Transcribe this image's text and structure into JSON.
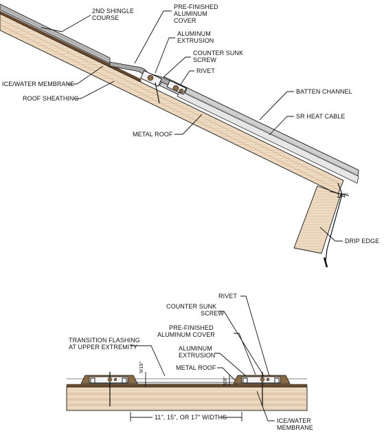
{
  "upper_detail": {
    "labels": {
      "second_shingle": [
        "2ND SHINGLE",
        "COURSE"
      ],
      "prefinished_cover": [
        "PRE-FINISHED",
        "ALUMINUM",
        "COVER"
      ],
      "aluminum_extrusion": [
        "ALUMINUM",
        "EXTRUSION"
      ],
      "counter_sunk": [
        "COUNTER SUNK",
        "SCREW"
      ],
      "rivet": "RIVET",
      "ice_water": "ICE/WATER MEMBRANE",
      "roof_sheathing": "ROOF SHEATHING",
      "batten_channel": "BATTEN CHANNEL",
      "heat_cable": "SR HEAT CABLE",
      "metal_roof": "METAL ROOF",
      "drip_edge": "DRIP EDGE",
      "dim_quarter": "1/4\""
    }
  },
  "lower_detail": {
    "labels": {
      "rivet": "RIVET",
      "counter_sunk": [
        "COUNTER SUNK",
        "SCREW"
      ],
      "prefinished_cover": [
        "PRE-FINISHED",
        "ALUMINUM COVER"
      ],
      "aluminum_extrusion": [
        "ALUMINUM",
        "EXTRUSION"
      ],
      "transition_flashing": [
        "TRANSITION FLASHING",
        "AT UPPER EXTREMITY"
      ],
      "metal_roof": "METAL ROOF",
      "ice_water": [
        "ICE/WATER",
        "MEMBRANE"
      ],
      "widths": "11\", 15\", OR 17\" WIDTHS",
      "dim_9_16": "9/16\"",
      "dim_5_8": "5/8\""
    }
  },
  "colors": {
    "wood": "#efdcc4",
    "wood_dark": "#c9a27a",
    "metal": "#cfcfcf",
    "membrane": "#6b4a2e",
    "line": "#111111"
  }
}
